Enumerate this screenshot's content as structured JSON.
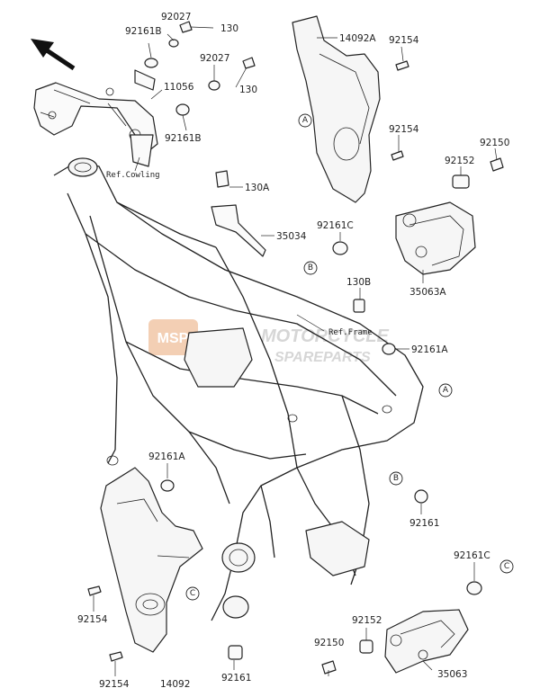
{
  "labels": {
    "l92027a": "92027",
    "l130a": "130",
    "l92161b_a": "92161B",
    "l92027b": "92027",
    "l130b": "130",
    "l11056": "11056",
    "l92161b_b": "92161B",
    "l14092a": "14092A",
    "l92154a": "92154",
    "l92154b": "92154",
    "l92150a": "92150",
    "l92152a": "92152",
    "l130A": "130A",
    "l35034": "35034",
    "l92161c_a": "92161C",
    "l130B": "130B",
    "l35063A": "35063A",
    "l92161A_a": "92161A",
    "l92161A_b": "92161A",
    "l92161a": "92161",
    "l92161c_b": "92161C",
    "l92154c": "92154",
    "l92154d": "92154",
    "l14092": "14092",
    "l92161b": "92161",
    "l92152b": "92152",
    "l92150b": "92150",
    "l35063": "35063"
  },
  "refs": {
    "cowling": "Ref.Cowling",
    "frame": "Ref.Frame"
  },
  "callouts": {
    "A": "A",
    "B": "B",
    "C": "C"
  },
  "watermark": {
    "line1": "MOTORCYCLE",
    "line2": "SPAREPARTS",
    "badge": "MSP"
  },
  "icons": {
    "front_arrow": "front-direction-arrow-icon"
  },
  "colors": {
    "ink": "#222222",
    "watermark": "#cfcfcf",
    "watermark_badge": "#f2c7a8"
  }
}
